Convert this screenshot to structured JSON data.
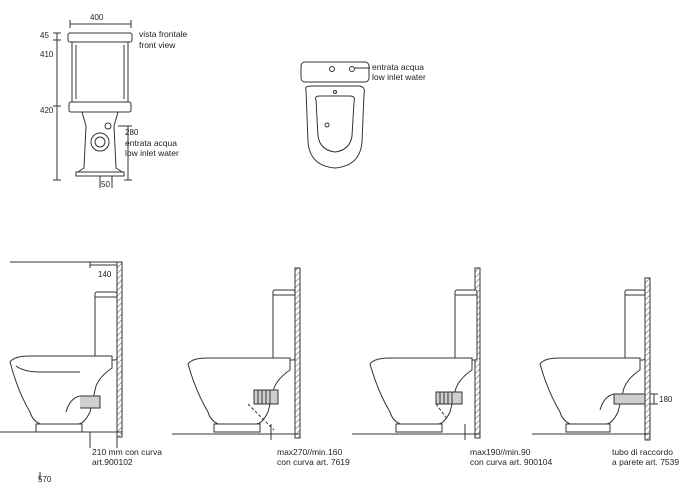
{
  "front_view": {
    "width_label": "400",
    "height_labels": [
      "45",
      "410",
      "420"
    ],
    "view_label": "vista frontale",
    "view_label_en": "front view",
    "inlet_height": "280",
    "inlet_label": "entrata acqua",
    "inlet_label_en": "low inlet water",
    "outlet_label": "50"
  },
  "top_view": {
    "inlet_label": "entrata acqua",
    "inlet_label_en": "low inlet water"
  },
  "side_views": [
    {
      "dim_top": "140",
      "caption": [
        "210 mm con curva",
        "art.900102"
      ],
      "dim_bottom": "570"
    },
    {
      "caption": [
        "max270//min.160",
        "con curva art. 7619"
      ]
    },
    {
      "caption": [
        "max190//min.90",
        "con curva art. 900104"
      ]
    },
    {
      "dim_right": "180",
      "caption": [
        "tubo di raccordo",
        "a parete art. 7539"
      ]
    }
  ],
  "colors": {
    "line": "#333333",
    "fill": "#ffffff",
    "shade": "#cfcfcf"
  }
}
